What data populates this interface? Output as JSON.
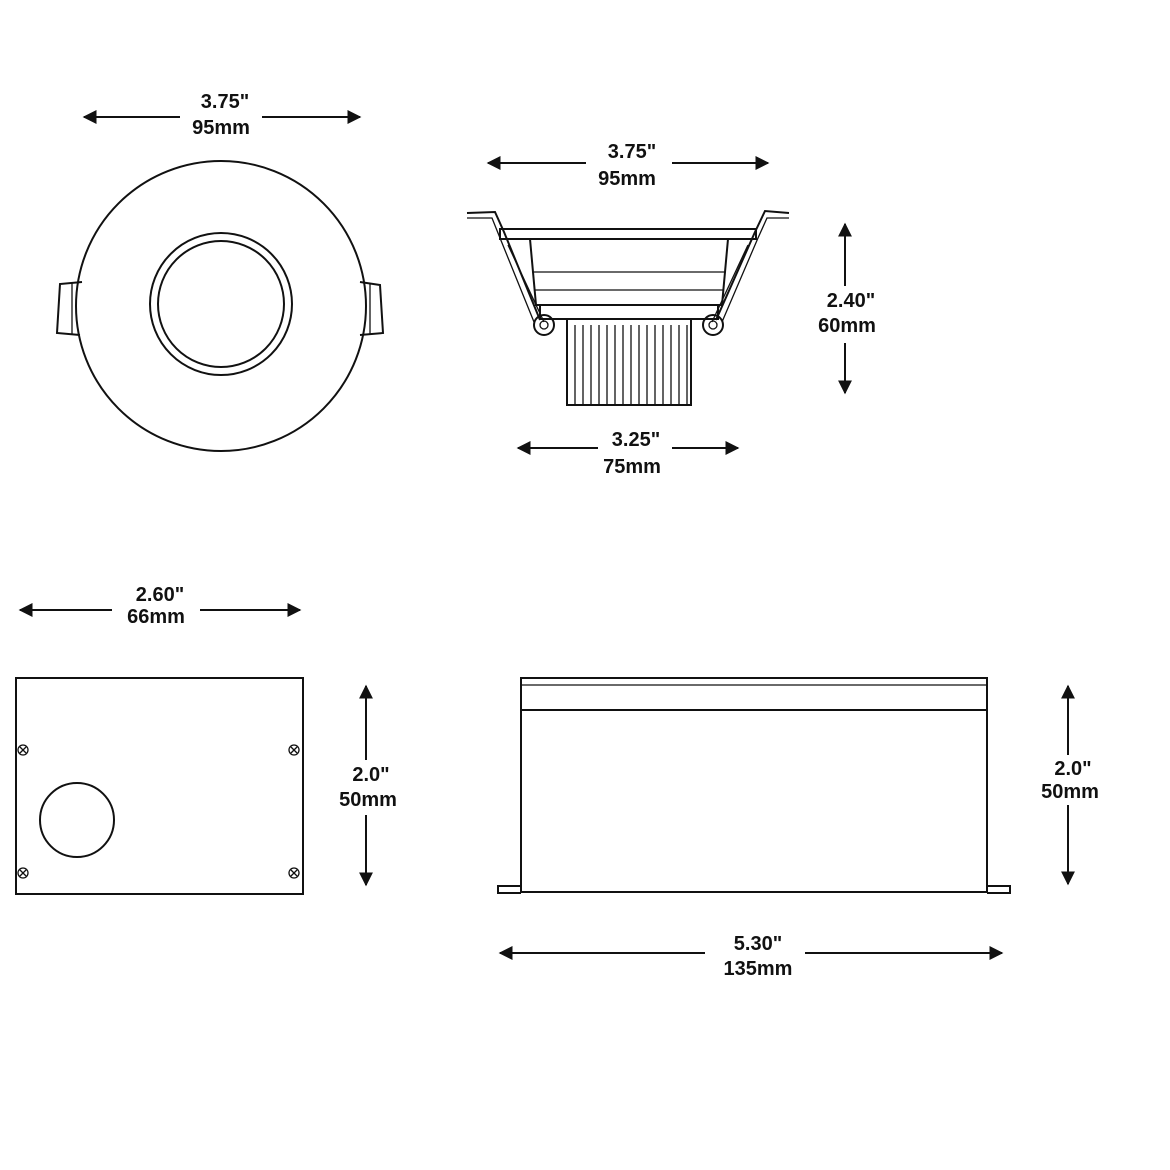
{
  "trim_top_view": {
    "width_in": "3.75\"",
    "width_mm": "95mm"
  },
  "trim_side_view": {
    "top_width_in": "3.75\"",
    "top_width_mm": "95mm",
    "height_in": "2.40\"",
    "height_mm": "60mm",
    "bottom_width_in": "3.25\"",
    "bottom_width_mm": "75mm"
  },
  "junction_box_end_view": {
    "width_in": "2.60\"",
    "width_mm": "66mm",
    "height_in": "2.0\"",
    "height_mm": "50mm"
  },
  "junction_box_side_view": {
    "height_in": "2.0\"",
    "height_mm": "50mm",
    "length_in": "5.30\"",
    "length_mm": "135mm"
  }
}
